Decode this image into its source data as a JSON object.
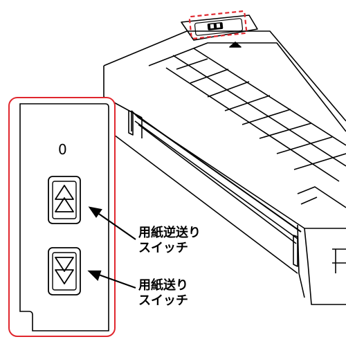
{
  "panel": {
    "indicator_label": "0"
  },
  "callouts": {
    "reverse_feed": {
      "line1": "用紙逆送り",
      "line2": "スイッチ"
    },
    "forward_feed": {
      "line1": "用紙送り",
      "line2": "スイッチ"
    }
  },
  "colors": {
    "highlight": "#e0262d",
    "outline": "#000000"
  }
}
